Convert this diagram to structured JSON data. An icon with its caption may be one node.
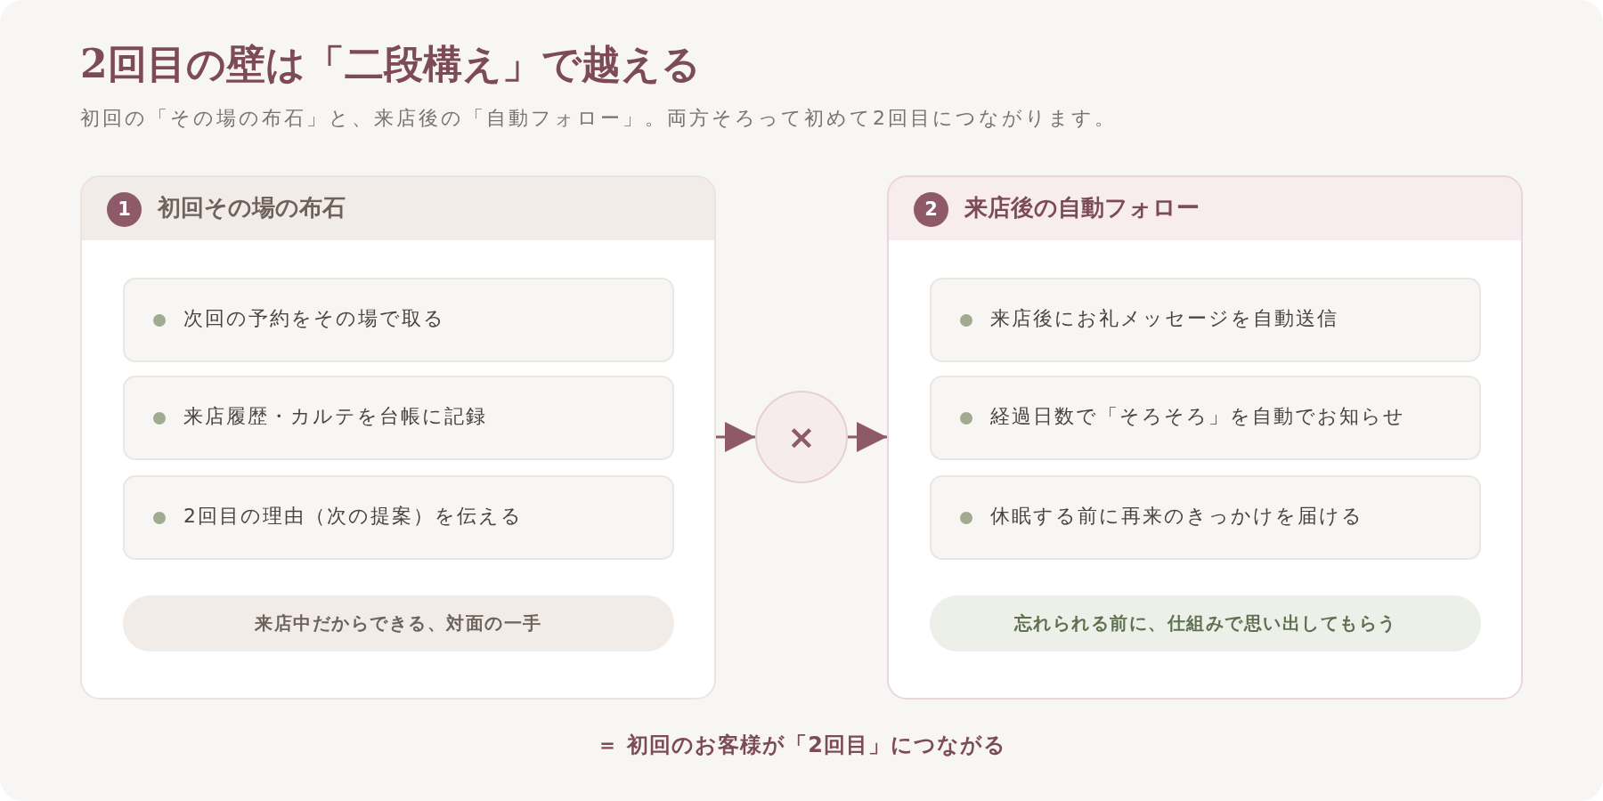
{
  "diagram": {
    "title": "2回目の壁は「二段構え」で越える",
    "nodes": [
      {
        "text": [
          "初回その場の布石"
        ]
      },
      {
        "text": [
          "1"
        ],
        "in": 0
      },
      {
        "text": [
          "次回の予約をその場で取る"
        ],
        "in": 0
      },
      {
        "text": [
          "来店履歴・カルテを台帳に記録"
        ],
        "in": 0
      },
      {
        "text": [
          "2回目の理由（次の提案）を伝える"
        ],
        "in": 0
      },
      {
        "text": [
          "来店中だからできる、対面の一手"
        ],
        "in": 0
      },
      {
        "text": [
          "×"
        ]
      },
      {
        "text": [
          "来店後の自動フォロー"
        ]
      },
      {
        "text": [
          "2"
        ],
        "in": 7
      },
      {
        "text": [
          "来店後にお礼メッセージを自動送信"
        ],
        "in": 7
      },
      {
        "text": [
          "経過日数で「そろそろ」を自動でお知らせ"
        ],
        "in": 7
      },
      {
        "text": [
          "休眠する前に再来のきっかけを届ける"
        ],
        "in": 7
      },
      {
        "text": [
          "忘れられる前に、仕組みで思い出してもらう"
        ],
        "in": 7
      }
    ],
    "edges": [
      {
        "from": 0,
        "to": 6,
        "arrow": "to"
      },
      {
        "from": 6,
        "to": 7,
        "arrow": "to"
      }
    ],
    "labels": [
      "初回の「その場の布石」と、来店後の「自動フォロー」。両方そろって初めて2回目につながります。",
      "＝ 初回のお客様が「2回目」につながる"
    ]
  }
}
